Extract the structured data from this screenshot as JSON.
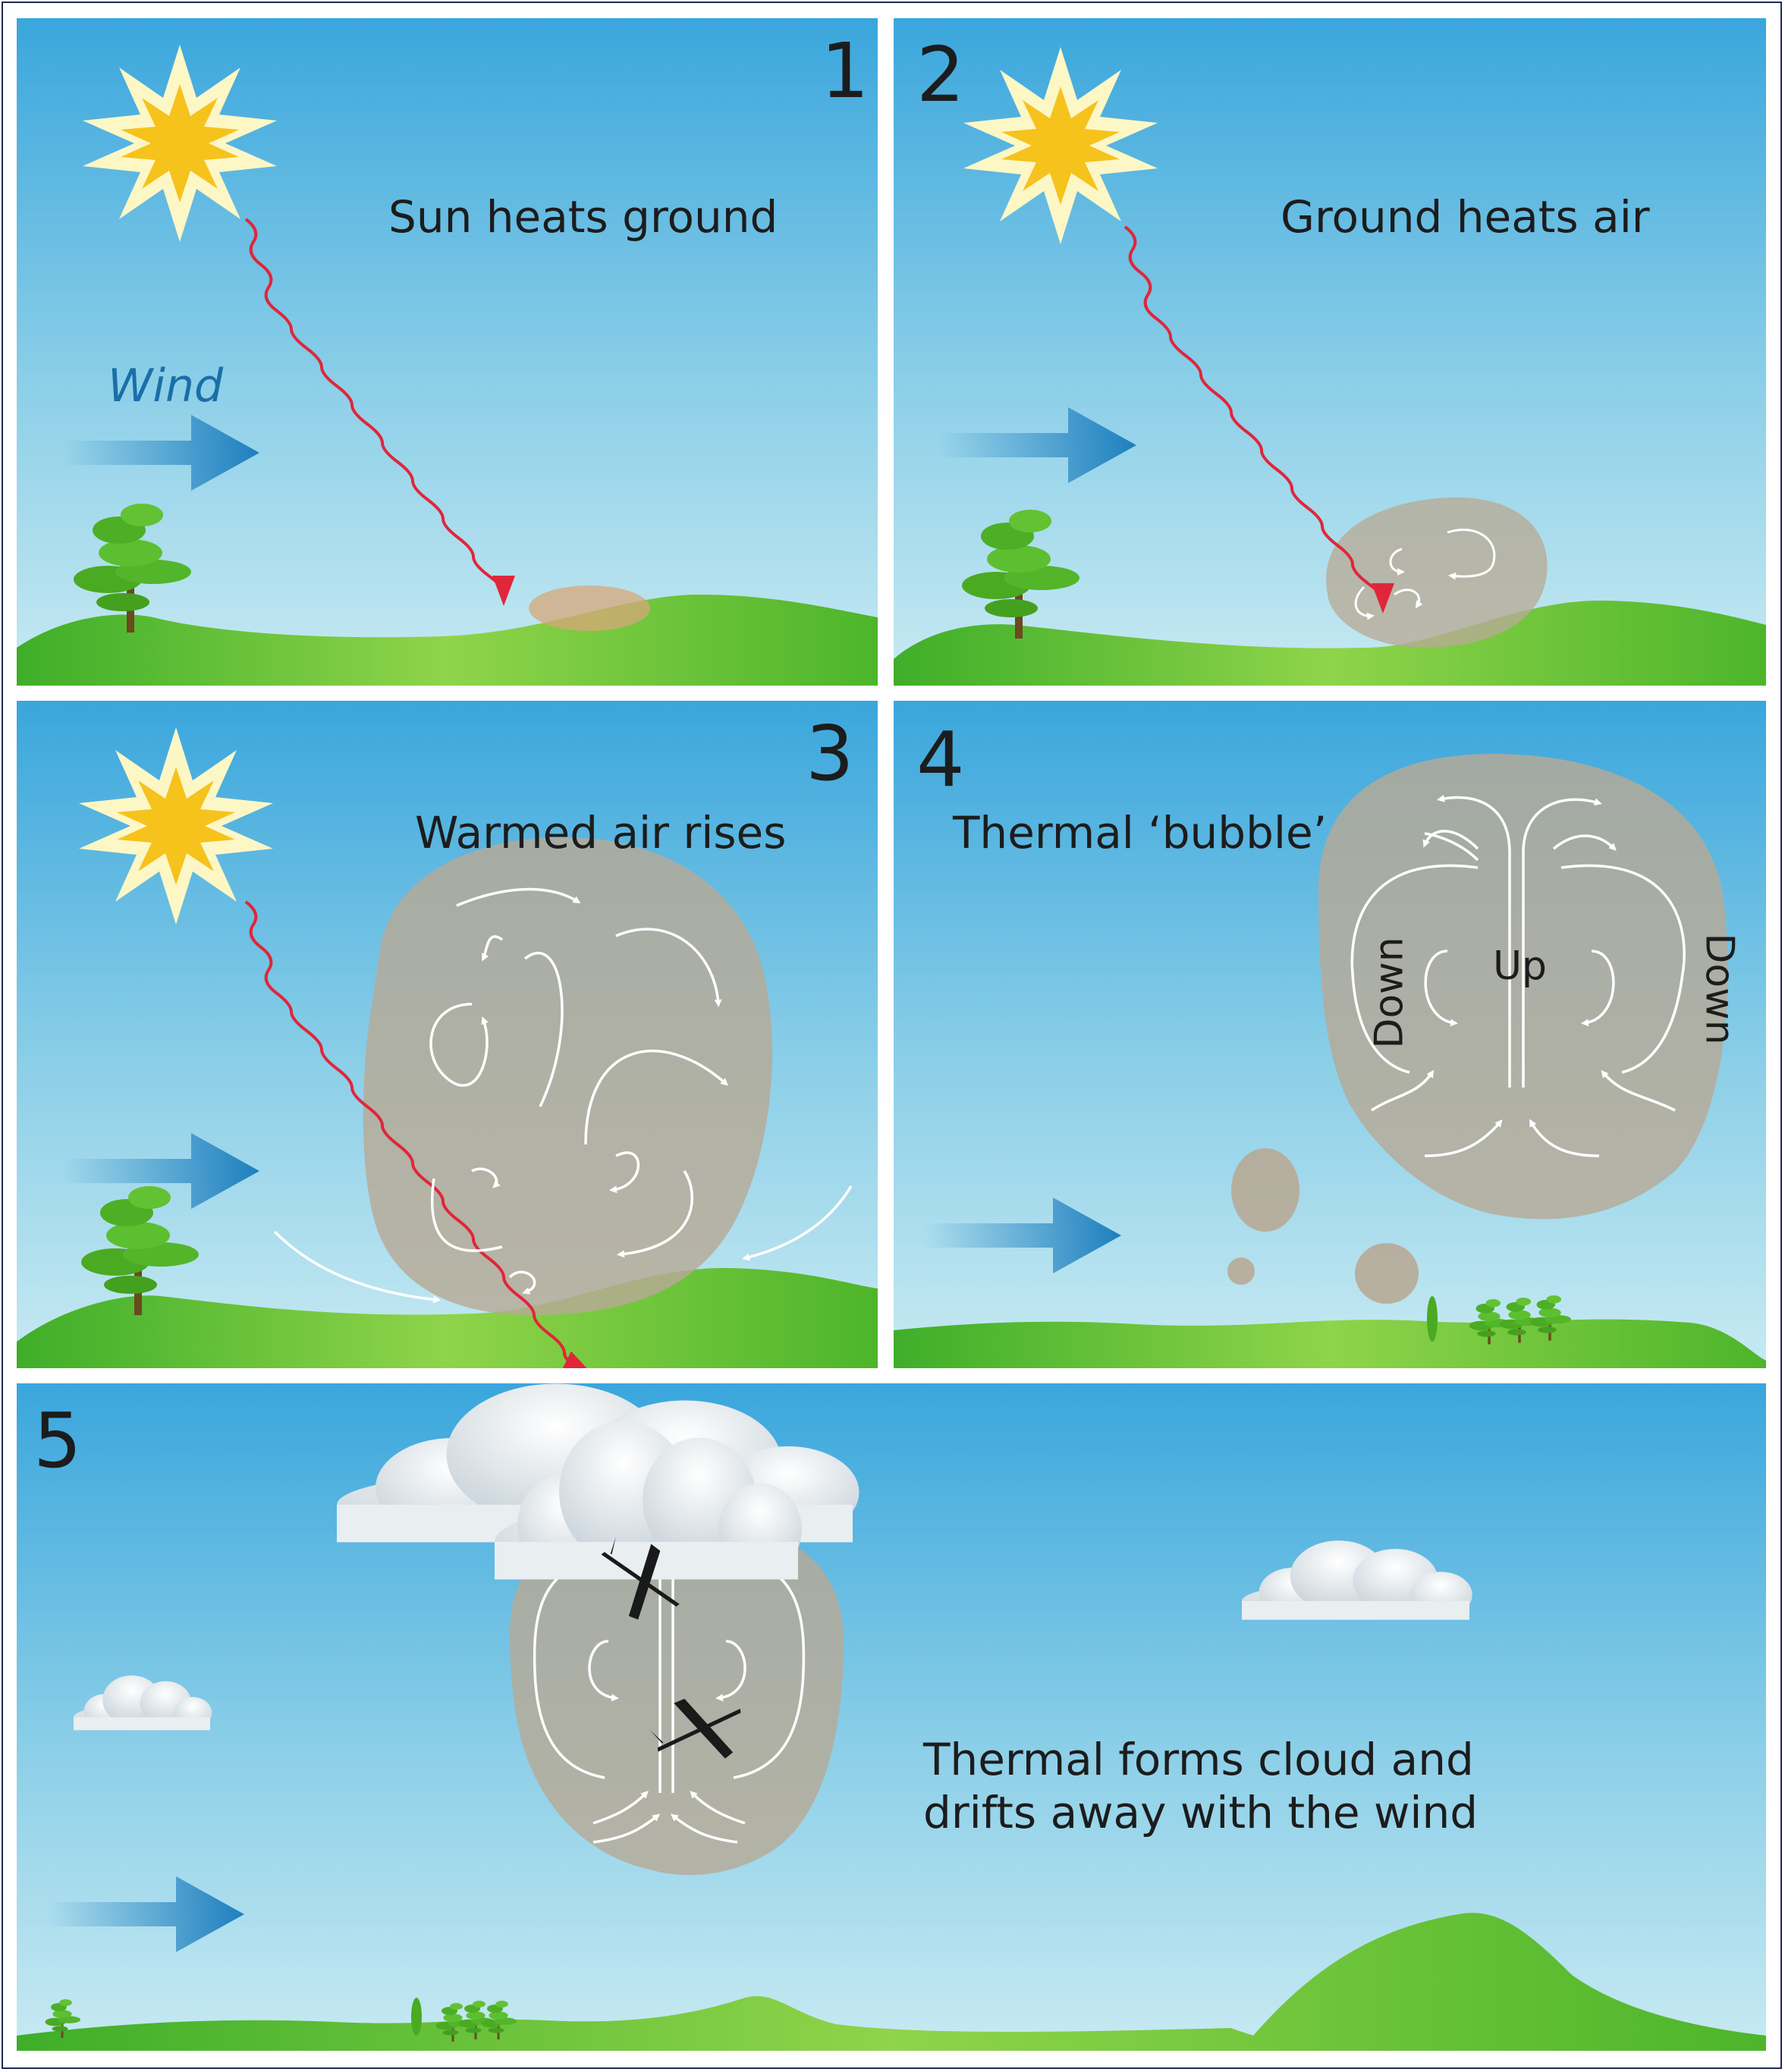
{
  "panels": [
    {
      "number": "1",
      "caption": "Sun heats ground",
      "wind_label": "Wind"
    },
    {
      "number": "2",
      "caption": "Ground heats air"
    },
    {
      "number": "3",
      "caption": "Warmed air rises"
    },
    {
      "number": "4",
      "caption": "Thermal ‘bubble’",
      "labels": {
        "left": "Down",
        "center": "Up",
        "right": "Down"
      }
    },
    {
      "number": "5",
      "caption_line1": "Thermal forms cloud and",
      "caption_line2": "drifts away with the wind"
    }
  ],
  "colors": {
    "sky_top": "#3aa6dc",
    "sky_bottom": "#c8eaf2",
    "ground": "#6cc531",
    "sun": "#f6c21c",
    "sun_rays": "#fdf7c6",
    "heat_ray": "#e0263a",
    "wind_arrow": "#1e7fbf",
    "thermal": "#b7aa96",
    "border": "#1f2a55"
  },
  "icons": [
    "sun-icon",
    "wind-arrow-icon",
    "tree-icon",
    "cloud-icon",
    "glider-icon"
  ]
}
